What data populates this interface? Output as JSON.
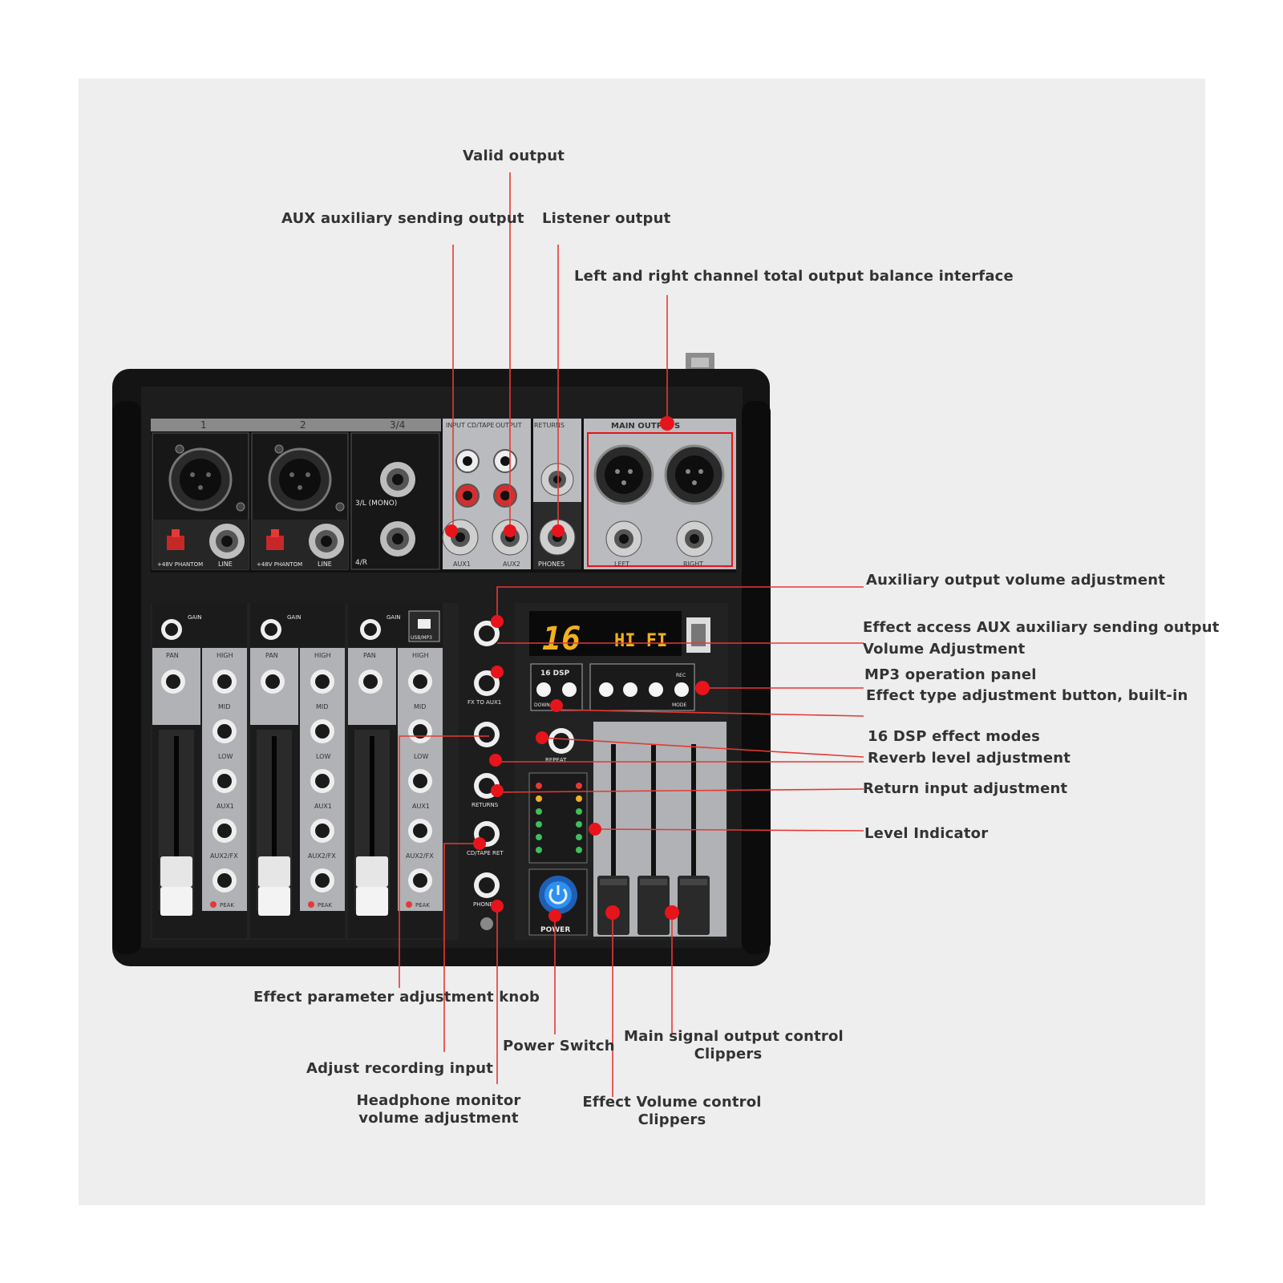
{
  "colors": {
    "background": "#eeeeee",
    "leader": "#e53935",
    "marker": "#e8141c",
    "label_text": "#333333",
    "chassis": "#141414",
    "panel_gray": "#b9bbbe",
    "display_digits": "#f2b01e",
    "power_button": "#2d8ff0"
  },
  "callouts": {
    "valid_output": "Valid output",
    "aux_sending_output": "AUX auxiliary sending output",
    "listener_output": "Listener output",
    "lr_balance_interface": "Left and right channel total output balance interface",
    "aux_volume": "Auxiliary output volume adjustment",
    "effect_access_line1": "Effect access AUX auxiliary sending output",
    "effect_access_line2": "Volume Adjustment",
    "mp3_panel": "MP3 operation panel",
    "effect_type_button": "Effect type adjustment button, built-in",
    "dsp_modes": "16 DSP effect modes",
    "reverb_level": "Reverb level adjustment",
    "return_input": "Return input adjustment",
    "level_indicator": "Level Indicator",
    "effect_param_knob": "Effect parameter adjustment knob",
    "adjust_recording": "Adjust recording input",
    "power_switch": "Power Switch",
    "main_signal_line1": "Main signal output control",
    "main_signal_line2": "Clippers",
    "headphone_line1": "Headphone monitor",
    "headphone_line2": "volume adjustment",
    "effect_volume_line1": "Effect Volume control",
    "effect_volume_line2": "Clippers"
  },
  "mixer": {
    "channel_numbers": [
      "1",
      "2",
      "3/4"
    ],
    "input_labels": {
      "cd_tape": "INPUT CD/TAPE",
      "output": "OUTPUT",
      "returns": "RETURNS",
      "main_outputs": "MAIN OUTPUTS",
      "mono": "3/L (MONO)",
      "right_in": "4/R",
      "line": "LINE",
      "phantom": "+48V PHANTOM",
      "aux1": "AUX1",
      "aux2": "AUX2",
      "phones": "PHONES",
      "left": "LEFT",
      "right": "RIGHT"
    },
    "knob_labels": {
      "gain": "GAIN",
      "pan": "PAN",
      "high": "HIGH",
      "mid": "MID",
      "low": "LOW",
      "aux1": "AUX1",
      "aux2fx": "AUX2/FX",
      "peak": "PEAK",
      "fx_to_aux1": "FX TO AUX1",
      "repeat": "REPEAT",
      "returns": "RETURNS",
      "cd_tape_ret": "CD/TAPE RET",
      "phones": "PHONES",
      "usb_mp3": "USB/MP3"
    },
    "display": {
      "number": "16",
      "mode": "HI FI"
    },
    "dsp_panel": {
      "title": "16 DSP",
      "sub": "DOWN UP"
    },
    "mp3_panel": {
      "rec": "REC",
      "mode": "MODE"
    },
    "power_label": "POWER"
  }
}
